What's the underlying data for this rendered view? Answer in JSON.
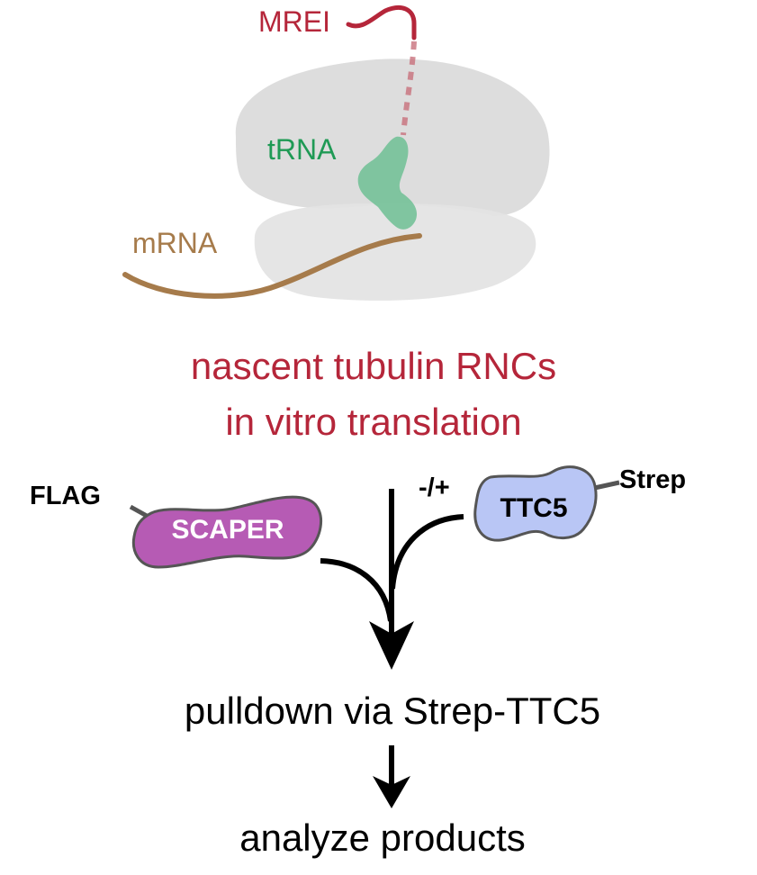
{
  "ribosome": {
    "peptide_label": "MREI",
    "trna_label": "tRNA",
    "mrna_label": "mRNA"
  },
  "title": {
    "line1": "nascent tubulin RNCs",
    "line2": "in vitro translation"
  },
  "scaper": {
    "tag_label": "FLAG",
    "protein_label": "SCAPER"
  },
  "ttc5": {
    "tag_label": "Strep",
    "protein_label": "TTC5",
    "condition_label": "-/+"
  },
  "steps": {
    "pulldown": "pulldown via Strep-TTC5",
    "analyze": "analyze products"
  },
  "colors": {
    "peptide": "#b5263a",
    "title": "#b5263a",
    "trna": "#1f9a55",
    "trna_fill": "#6fbf94",
    "mrna": "#a67b4b",
    "ribosome": "#d9d9d9",
    "scaper_fill": "#b65bb4",
    "ttc5_fill": "#b9c6f5",
    "outline": "#555555",
    "arrow": "#000000"
  }
}
